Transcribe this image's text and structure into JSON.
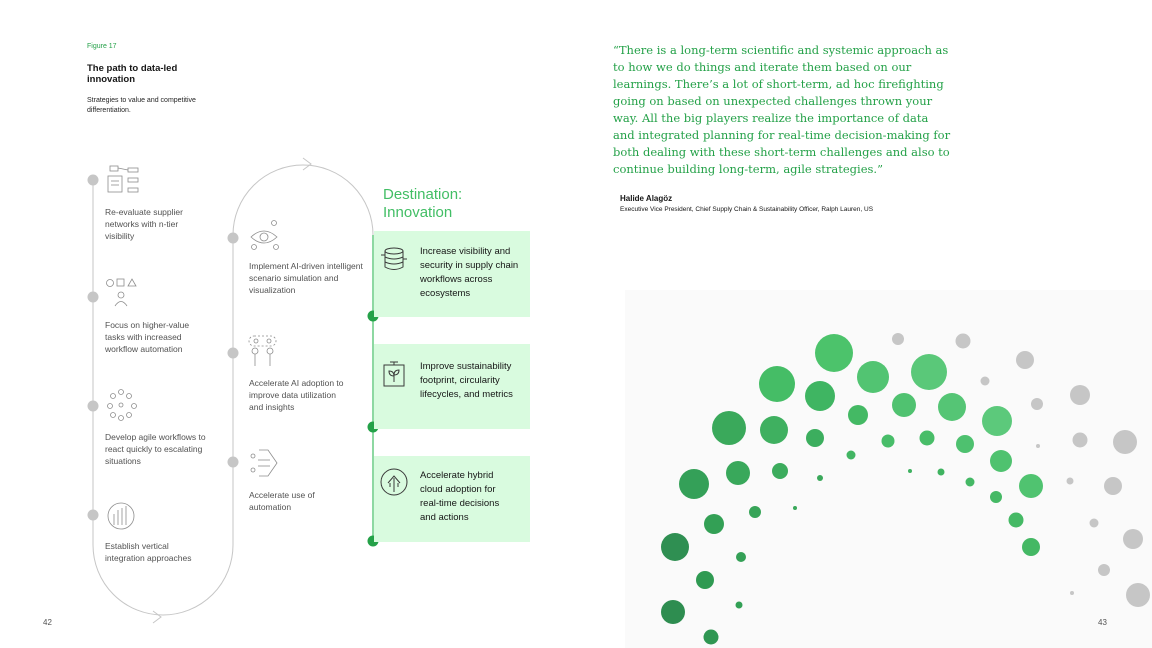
{
  "figure_label": "Figure 17",
  "title": "The path to data-led innovation",
  "subtitle": "Strategies to value and competitive differentiation.",
  "left_steps": [
    {
      "text": "Re-evaluate supplier networks with n-tier visibility",
      "icon": "hierarchy-icon"
    },
    {
      "text": "Focus on higher-value tasks with increased workflow automation",
      "icon": "workflow-user-icon"
    },
    {
      "text": "Develop agile workflows to react quickly to escalating situations",
      "icon": "network-dots-icon"
    },
    {
      "text": "Establish vertical integration approaches",
      "icon": "integration-icon"
    }
  ],
  "middle_steps": [
    {
      "text": "Implement AI-driven intelligent scenario simulation and visualization",
      "icon": "eye-scenario-icon"
    },
    {
      "text": "Accelerate AI adoption to improve data utilization and insights",
      "icon": "ai-people-icon"
    },
    {
      "text": "Accelerate use of automation",
      "icon": "automation-icon"
    }
  ],
  "destination": {
    "title_line1": "Destination:",
    "title_line2": "Innovation",
    "items": [
      {
        "text": "Increase visibility and security in supply chain workflows across ecosystems",
        "icon": "data-stack-icon"
      },
      {
        "text": "Improve sustainability footprint, circularity lifecycles, and metrics",
        "icon": "plant-bin-icon"
      },
      {
        "text": "Accelerate hybrid cloud adoption for real-time decisions and actions",
        "icon": "cloud-upload-icon"
      }
    ]
  },
  "quote": "“There is a long-term scientific and systemic approach as to how we do things and iterate them based on our learnings. There’s a lot of short-term, ad hoc firefighting going on based on unexpected challenges thrown your way. All the big players realize the importance of data and integrated planning for real-time decision-making for both dealing with these short-term challenges and also to continue building long-term, agile strategies.”",
  "author": "Halide Alagöz",
  "author_role": "Executive Vice President, Chief Supply Chain & Sustainability Officer, Ralph Lauren, US",
  "page_left": "42",
  "page_right": "43",
  "colors": {
    "accent": "#24a148",
    "light_green": "#d9fbdf",
    "dot_green": "#42be65",
    "grey": "#c6c6c6"
  }
}
